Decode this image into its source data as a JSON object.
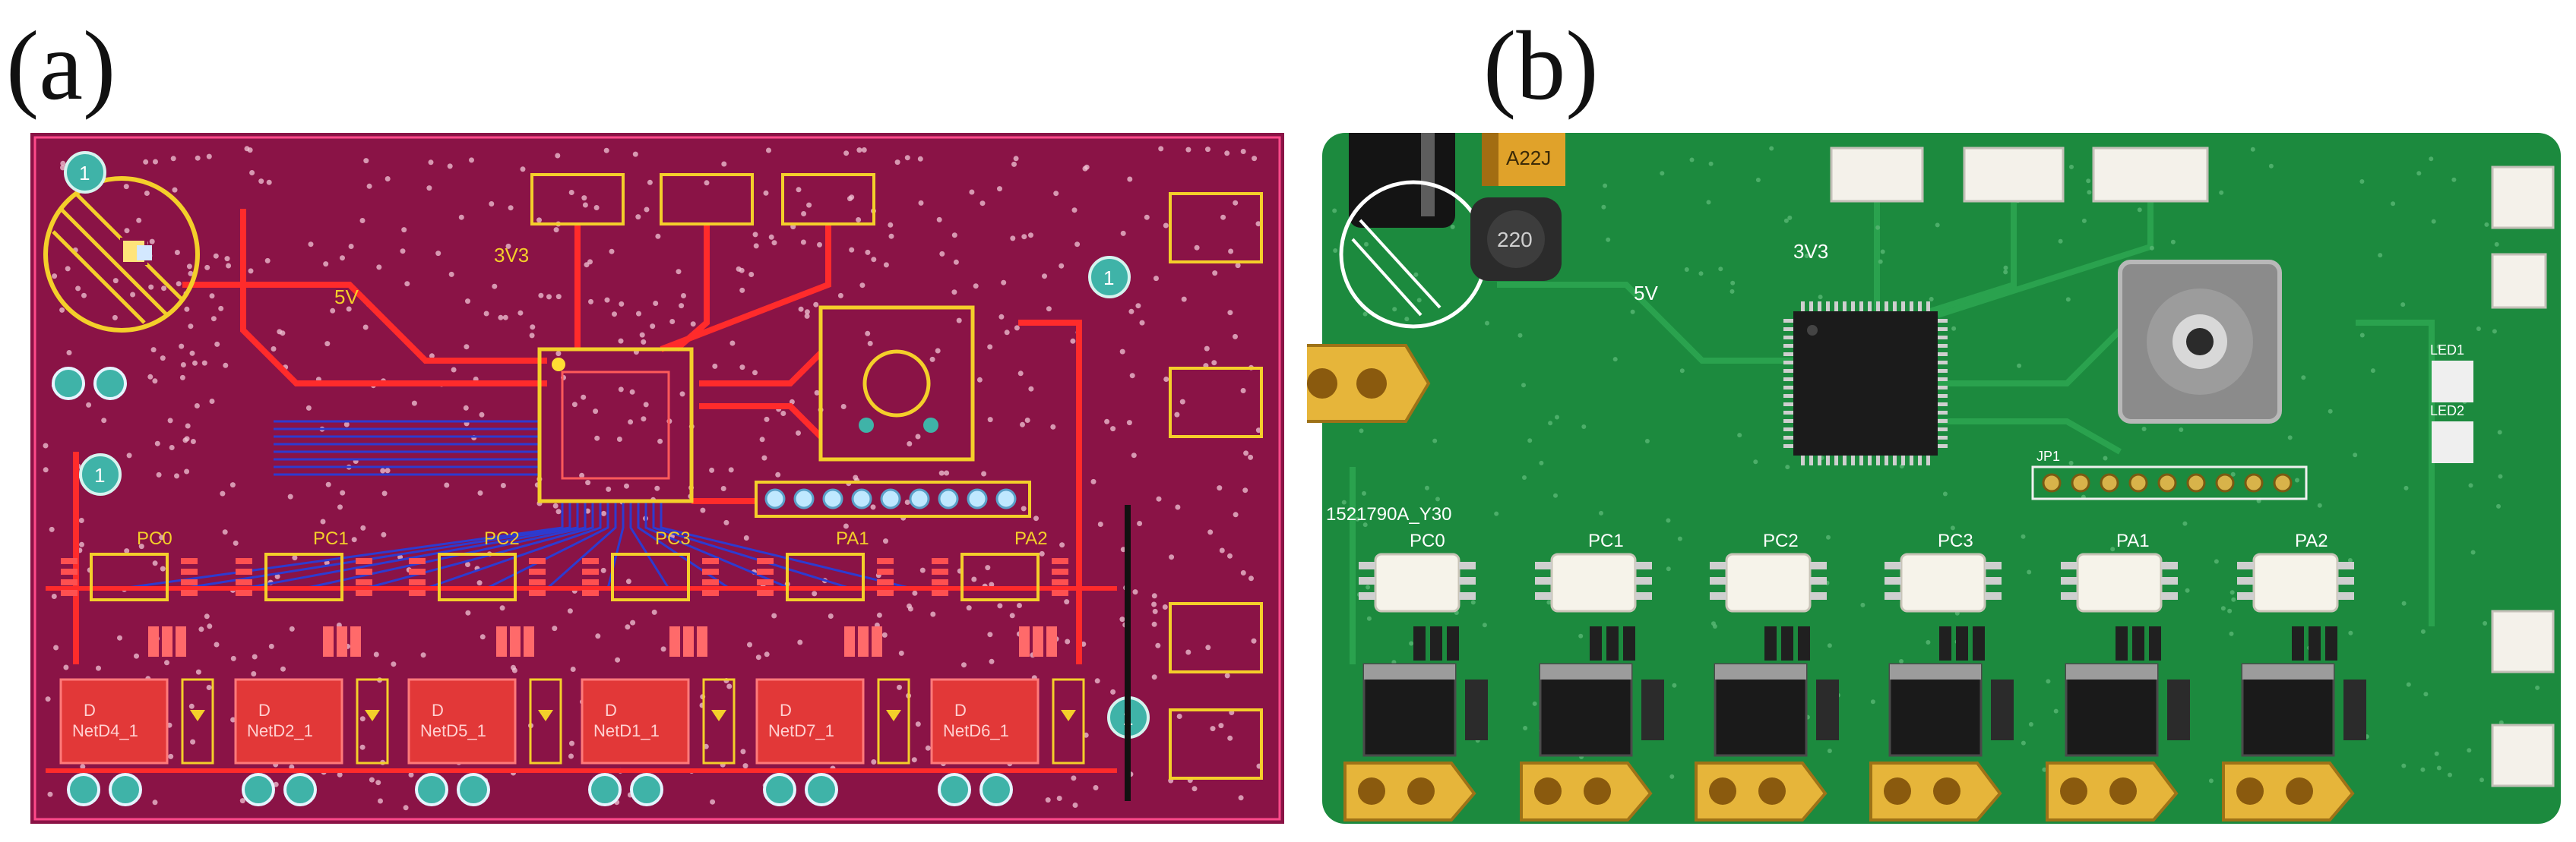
{
  "figure": {
    "panel_a": {
      "label": "(a)"
    },
    "panel_b": {
      "label": "(b)"
    }
  },
  "pcb_layout": {
    "rail_labels": [
      "3V3",
      "5V"
    ],
    "channel_labels": [
      "PC0",
      "PC1",
      "PC2",
      "PC3",
      "PA1",
      "PA2"
    ],
    "mosfet_labels": [
      "NetD4_1",
      "NetD2_1",
      "NetD5_1",
      "NetD1_1",
      "NetD7_1",
      "NetD6_1"
    ],
    "pad_marker": "D",
    "mounting_hole_label": "1"
  },
  "pcb_photo": {
    "board_id": "1521790A_Y30",
    "rail_labels": [
      "3V3",
      "5V"
    ],
    "channel_labels": [
      "PC0",
      "PC1",
      "PC2",
      "PC3",
      "PA1",
      "PA2"
    ],
    "inductor_marking": "220",
    "tantalum_marking": "A22J",
    "header_label": "JP1",
    "led_labels": [
      "LED1",
      "LED2"
    ]
  },
  "colors": {
    "pcb_layout_bg": "#8a1346",
    "pcb_layout_trace": "#ff2b2b",
    "pcb_layout_trace_blue": "#2d3bd0",
    "pcb_layout_pad": "#e23838",
    "pcb_layout_hole": "#3fb3a8",
    "pcb_photo_bg": "#1c8a3e",
    "pcb_photo_connector": "#e6b53a"
  }
}
